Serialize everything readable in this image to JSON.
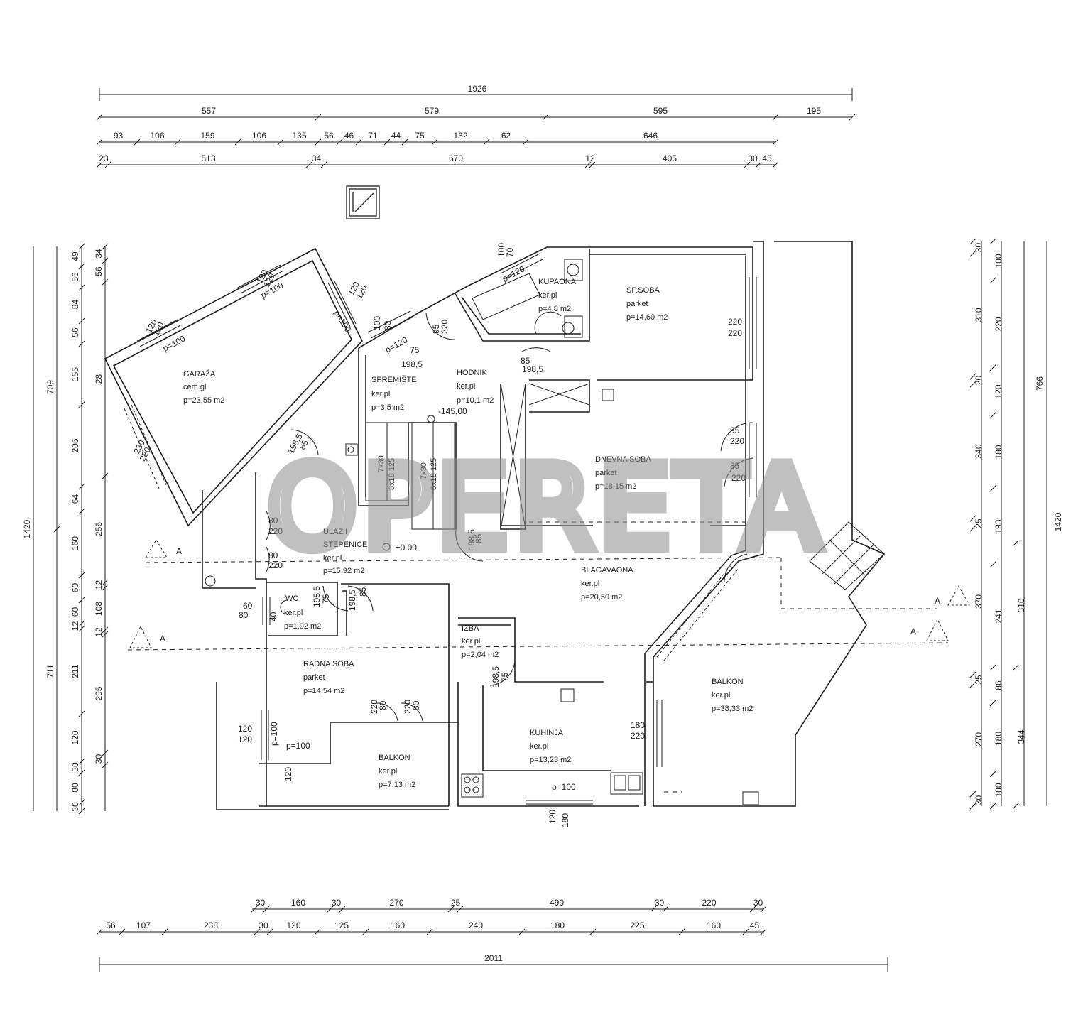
{
  "watermark": {
    "text": "OPERETA",
    "color": "#8c8c8c"
  },
  "colors": {
    "line": "#1c1c1c",
    "paper": "#ffffff"
  },
  "north_symbol": "north-arrow-icon",
  "dims_top": {
    "total": "1926",
    "row2": [
      "557",
      "579",
      "595",
      "195"
    ],
    "row3": [
      "93",
      "106",
      "159",
      "106",
      "135",
      "56",
      "46",
      "71",
      "44",
      "75",
      "132",
      "62",
      "646"
    ],
    "row4": [
      "23",
      "513",
      "34",
      "670",
      "12",
      "405",
      "30",
      "45"
    ]
  },
  "dims_bottom": {
    "row1": [
      "30",
      "160",
      "30",
      "270",
      "25",
      "490",
      "30",
      "220",
      "30"
    ],
    "row2": [
      "56",
      "107",
      "238",
      "30",
      "120",
      "125",
      "160",
      "240",
      "180",
      "225",
      "160",
      "45"
    ],
    "total": "2011"
  },
  "dims_left": {
    "total": "1420",
    "sub": [
      "709",
      "711"
    ],
    "col_a": [
      "49",
      "56",
      "84",
      "56",
      "155",
      "206",
      "64",
      "160",
      "60",
      "60",
      "12",
      "211",
      "120",
      "30",
      "80",
      "30"
    ],
    "col_b": [
      "34",
      "56",
      "28",
      "256",
      "12",
      "108",
      "12",
      "295",
      "30"
    ]
  },
  "dims_right": {
    "total": "1420",
    "sub": [
      "766"
    ],
    "col_a": [
      "30",
      "310",
      "20",
      "340",
      "25",
      "370",
      "25",
      "270",
      "30"
    ],
    "col_b": [
      "100",
      "220",
      "120",
      "180",
      "193",
      "241",
      "86",
      "180",
      "100"
    ],
    "col_c": [
      "310",
      "344"
    ]
  },
  "rooms": [
    {
      "name": "GARAŽA",
      "finish": "cem.gl",
      "area": "p=23,55 m2"
    },
    {
      "name": "SPREMIŠTE",
      "finish": "ker.pl",
      "area": "p=3,5 m2"
    },
    {
      "name": "HODNIK",
      "finish": "ker.pl",
      "area": "p=10,1 m2"
    },
    {
      "name": "KUPAONA",
      "finish": "ker.pl",
      "area": "p=4,8 m2"
    },
    {
      "name": "SP.SOBA",
      "finish": "parket",
      "area": "p=14,60 m2"
    },
    {
      "name": "DNEVNA SOBA",
      "finish": "parket",
      "area": "p=18,15 m2"
    },
    {
      "name": "ULAZ I",
      "finish": "STEPENICE",
      "area": "ker.pl",
      "area2": "p=15,92 m2"
    },
    {
      "name": "BLAGAVAONA",
      "finish": "ker.pl",
      "area": "p=20,50 m2"
    },
    {
      "name": "WC",
      "finish": "ker.pl",
      "area": "p=1,92 m2"
    },
    {
      "name": "IZBA",
      "finish": "ker.pl",
      "area": "p=2,04 m2"
    },
    {
      "name": "RADNA SOBA",
      "finish": "parket",
      "area": "p=14,54 m2"
    },
    {
      "name": "KUHINJA",
      "finish": "ker.pl",
      "area": "p=13,23 m2"
    },
    {
      "name": "BALKON",
      "finish": "ker.pl",
      "area": "p=7,13 m2"
    },
    {
      "name": "BALKON",
      "finish": "ker.pl",
      "area": "p=38,33 m2"
    }
  ],
  "levels": {
    "stair_top": "-145,00",
    "entry": "±0.00"
  },
  "stairs": {
    "flight1": "7x30",
    "flight1b": "8x18.125",
    "flight2": "7x30",
    "flight2b": "8x18.125"
  },
  "openings": [
    "120",
    "120",
    "p=100",
    "120",
    "120",
    "p=100",
    "120",
    "120",
    "p=100",
    "80",
    "100",
    "p=120",
    "95",
    "220",
    "75",
    "198,5",
    "70",
    "100",
    "p=120",
    "85",
    "198,5",
    "230",
    "220",
    "85",
    "198,5",
    "220",
    "220",
    "95",
    "220",
    "85",
    "220",
    "80",
    "220",
    "80",
    "220",
    "75",
    "198,5",
    "85",
    "198,5",
    "85",
    "198,5",
    "60",
    "80",
    "40",
    "75",
    "198,5",
    "80",
    "220",
    "80",
    "220",
    "120",
    "120",
    "p=100",
    "p=100",
    "120",
    "180",
    "220",
    "p=100",
    "180",
    "120"
  ],
  "section_mark": "A"
}
